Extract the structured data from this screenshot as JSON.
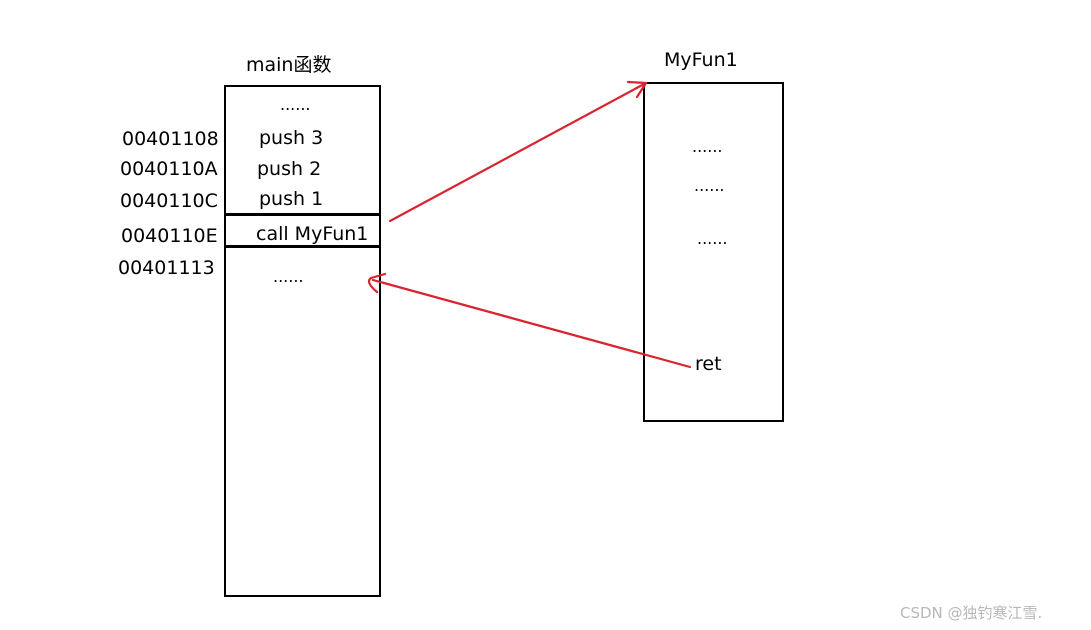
{
  "main_block": {
    "title": "main函数",
    "lines": [
      {
        "text": "......"
      },
      {
        "address": "00401108",
        "text": "push 3"
      },
      {
        "address": "0040110A",
        "text": "push 2"
      },
      {
        "address": "0040110C",
        "text": "push 1"
      },
      {
        "address": "0040110E",
        "text": "call MyFun1"
      },
      {
        "address": "00401113",
        "text": "......"
      }
    ]
  },
  "myfun_block": {
    "title": "MyFun1",
    "lines": [
      {
        "text": "......"
      },
      {
        "text": "......"
      },
      {
        "text": "......"
      },
      {
        "text": "ret"
      }
    ]
  },
  "arrow_color": "#d9232e",
  "watermark": "CSDN @独钓寒江雪."
}
